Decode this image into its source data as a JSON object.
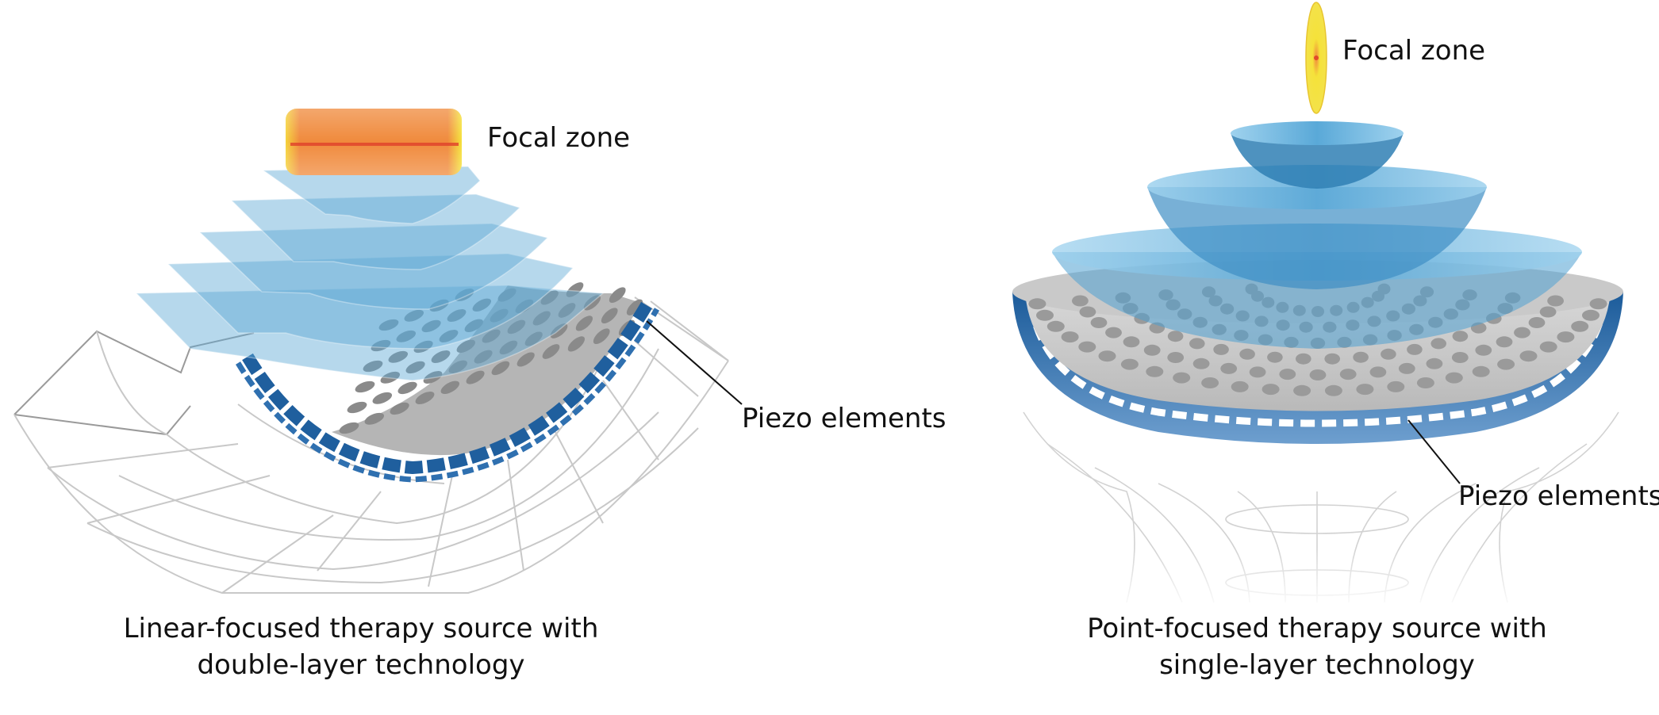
{
  "left": {
    "focal_label": "Focal zone",
    "piezo_label": "Piezo elements",
    "caption_line1": "Linear-focused therapy source with",
    "caption_line2": "double-layer technology"
  },
  "right": {
    "focal_label": "Focal zone",
    "piezo_label": "Piezo elements",
    "caption_line1": "Point-focused therapy source with",
    "caption_line2": "single-layer technology"
  },
  "colors": {
    "wave_blue": "#5ea8d4",
    "piezo_blue": "#1f5f9e",
    "element_gray": "#8a8a8a",
    "focal_orange": "#f07a3c",
    "focal_yellow": "#f5e23a",
    "wire_gray": "#c8c8c8"
  }
}
